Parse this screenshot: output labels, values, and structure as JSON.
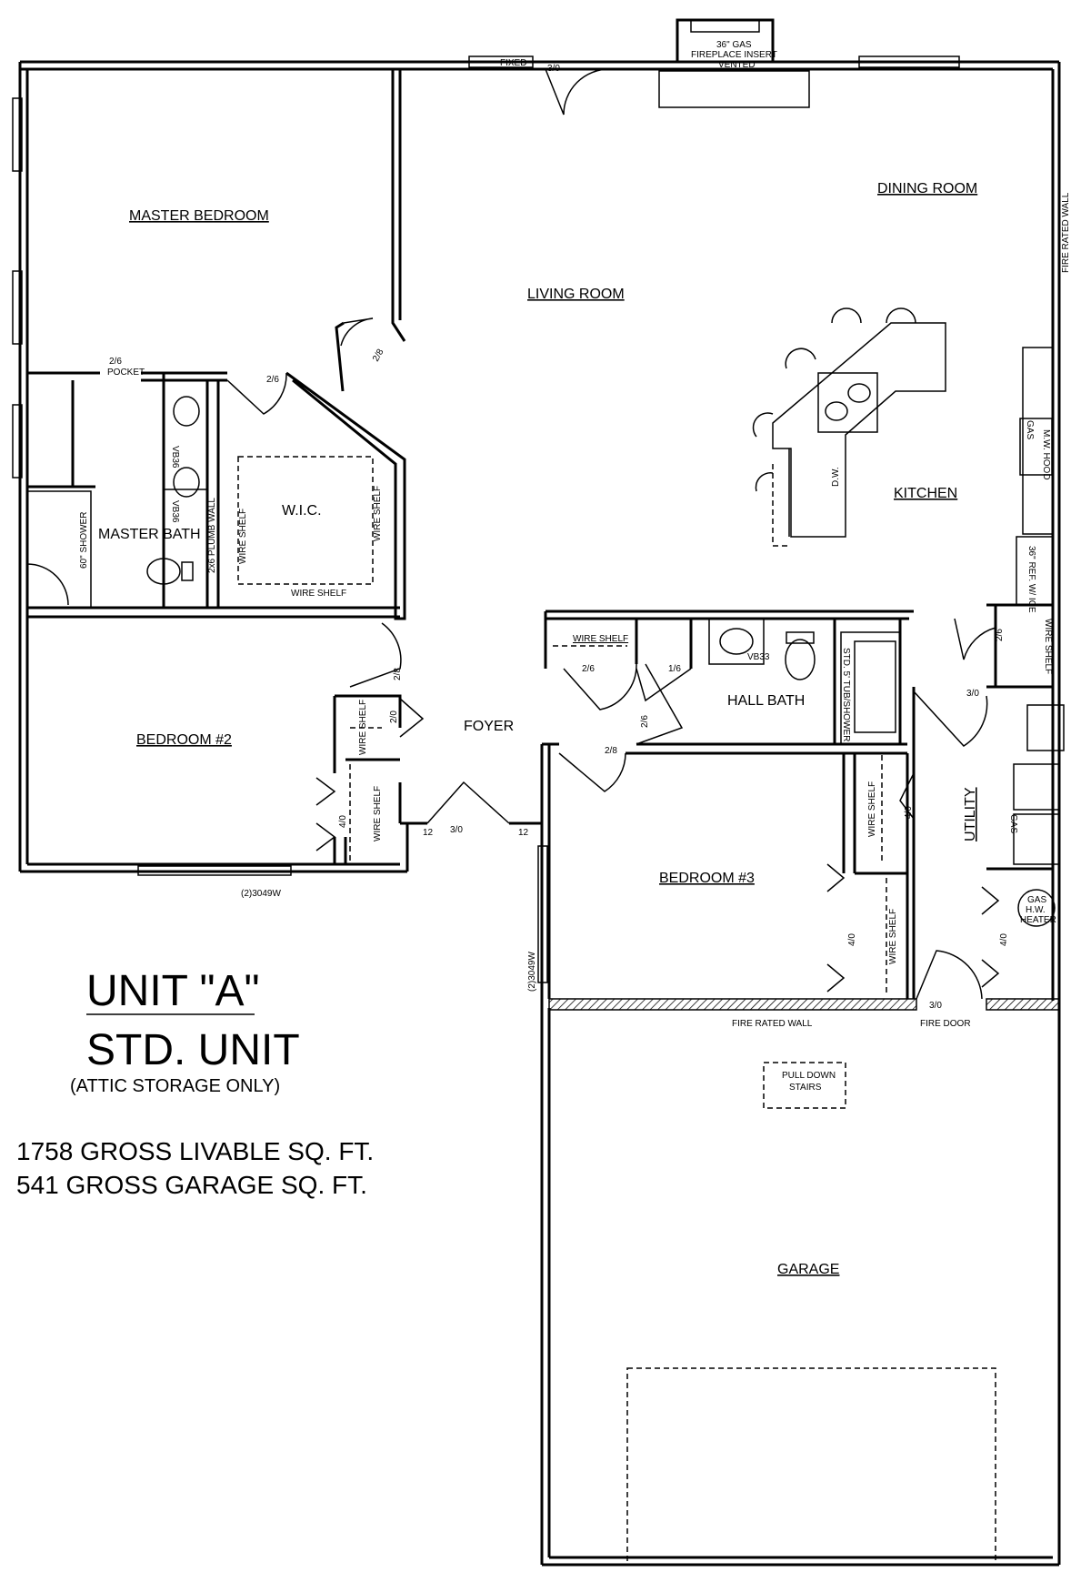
{
  "rooms": {
    "master_bedroom": "MASTER BEDROOM",
    "living_room": "LIVING ROOM",
    "dining_room": "DINING ROOM",
    "kitchen": "KITCHEN",
    "master_bath": "MASTER BATH",
    "wic": "W.I.C.",
    "bedroom2": "BEDROOM #2",
    "foyer": "FOYER",
    "hall_bath": "HALL BATH",
    "bedroom3": "BEDROOM #3",
    "utility": "UTILITY",
    "garage": "GARAGE"
  },
  "labels": {
    "fixed": "FIXED",
    "door_30_top": "3/0",
    "fireplace_1": "36\" GAS",
    "fireplace_2": "FIREPLACE INSERT",
    "fireplace_3": "VENTED",
    "fire_rated_wall_right": "FIRE RATED WALL",
    "pocket_1": "2/6",
    "pocket_2": "POCKET",
    "door_28_mb": "2/8",
    "door_26_wic": "2/6",
    "vb36_a": "VB36",
    "vb36_b": "VB36",
    "plumb_wall": "2x6 PLUMB WALL",
    "shower": "60\" SHOWER",
    "wire_shelf_wic_left": "WIRE SHELF",
    "wire_shelf_wic_right": "WIRE SHELF",
    "wire_shelf_wic_bottom": "WIRE SHELF",
    "dw": "D.W.",
    "mw_hood": "M.W. HOOD",
    "gas_range": "GAS",
    "ref": "36\" REF. W/ ICE",
    "door_28_b2": "2/8",
    "wire_shelf_b2a": "WIRE SHELF",
    "door_20": "2/0",
    "door_40_b2": "4/0",
    "wire_shelf_b2b": "WIRE SHELF",
    "front_12a": "12",
    "front_30": "3/0",
    "front_12b": "12",
    "window_b2": "(2)3049W",
    "wire_shelf_hall": "WIRE SHELF",
    "door_26_hall": "2/6",
    "door_16": "1/6",
    "vb33": "VB33",
    "tub": "STD. 5' TUB/SHOWER",
    "door_26_hb": "2/6",
    "door_28_b3": "2/8",
    "door_26_util": "2/6",
    "wire_shelf_util": "WIRE SHELF",
    "door_30_util": "3/0",
    "wire_shelf_b3a": "WIRE SHELF",
    "door_40_b3a": "4/0",
    "door_40_b3b": "4/0",
    "wire_shelf_b3b": "WIRE SHELF",
    "door_40_util": "4/0",
    "gas_dryer": "GAS",
    "heater_1": "GAS",
    "heater_2": "H.W.",
    "heater_3": "HEATER",
    "window_b3": "(2)3049W",
    "fire_rated_wall_bottom": "FIRE RATED WALL",
    "fire_door": "FIRE DOOR",
    "door_30_fire": "3/0",
    "pull_down_1": "PULL DOWN",
    "pull_down_2": "STAIRS"
  },
  "info": {
    "unit": "UNIT \"A\"",
    "type": "STD. UNIT",
    "note": "(ATTIC STORAGE ONLY)",
    "livable": "1758 GROSS LIVABLE SQ. FT.",
    "garage": "541 GROSS GARAGE SQ. FT."
  }
}
